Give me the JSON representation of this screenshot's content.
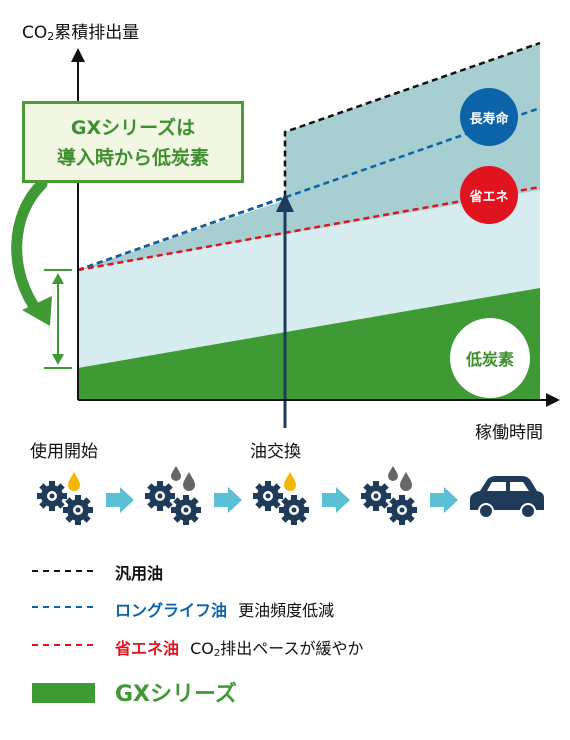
{
  "chart": {
    "y_axis_title_prefix": "CO",
    "y_axis_title_sub": "2",
    "y_axis_title_suffix": "累積排出量",
    "x_axis_title": "稼働時間"
  },
  "callout": {
    "line1": "GXシリーズは",
    "line2": "導入時から低炭素"
  },
  "badges": {
    "long_life": "長寿命",
    "energy_saving": "省エネ",
    "low_carbon": "低炭素"
  },
  "timeline": {
    "start_label": "使用開始",
    "oil_change_label": "油交換"
  },
  "legend": {
    "general": "汎用油",
    "long_life_name": "ロングライフ油",
    "long_life_note": "更油頻度低減",
    "eco_name": "省エネ油",
    "eco_note_prefix": "CO",
    "eco_note_sub": "2",
    "eco_note_suffix": "排出ペースが緩やか",
    "gx_name": "GXシリーズ"
  },
  "colors": {
    "green": "#3f9a35",
    "blue": "#0d63a8",
    "red": "#e0141e",
    "arrow_cyan": "#5bbfd6",
    "navy": "#1f3b5a"
  }
}
